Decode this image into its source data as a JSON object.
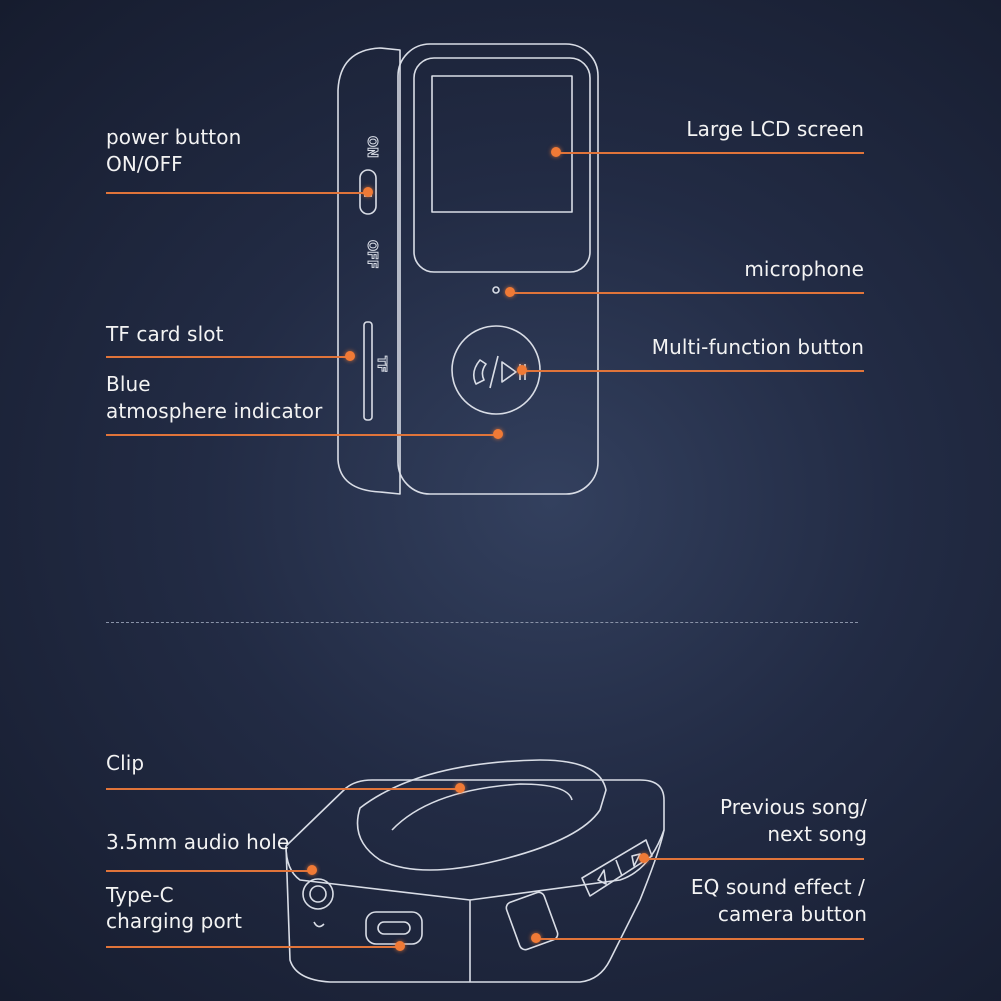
{
  "labels": {
    "power_button": [
      "power button",
      "ON/OFF"
    ],
    "lcd_screen": "Large LCD screen",
    "microphone": "microphone",
    "tf_card_slot": "TF card slot",
    "multi_function": "Multi-function button",
    "blue_indicator": [
      "Blue",
      "atmosphere indicator"
    ],
    "clip": "Clip",
    "audio_hole": "3.5mm audio hole",
    "type_c": [
      "Type-C",
      "charging port"
    ],
    "prev_next": [
      "Previous song/",
      "next song"
    ],
    "eq_button": [
      "EQ sound effect /",
      "camera button"
    ]
  },
  "device_marks": {
    "on": "ON",
    "off": "OFF",
    "tf": "TF"
  },
  "colors": {
    "accent": "#e0743a",
    "background": "#222b44",
    "outline": "#d9dde6"
  }
}
